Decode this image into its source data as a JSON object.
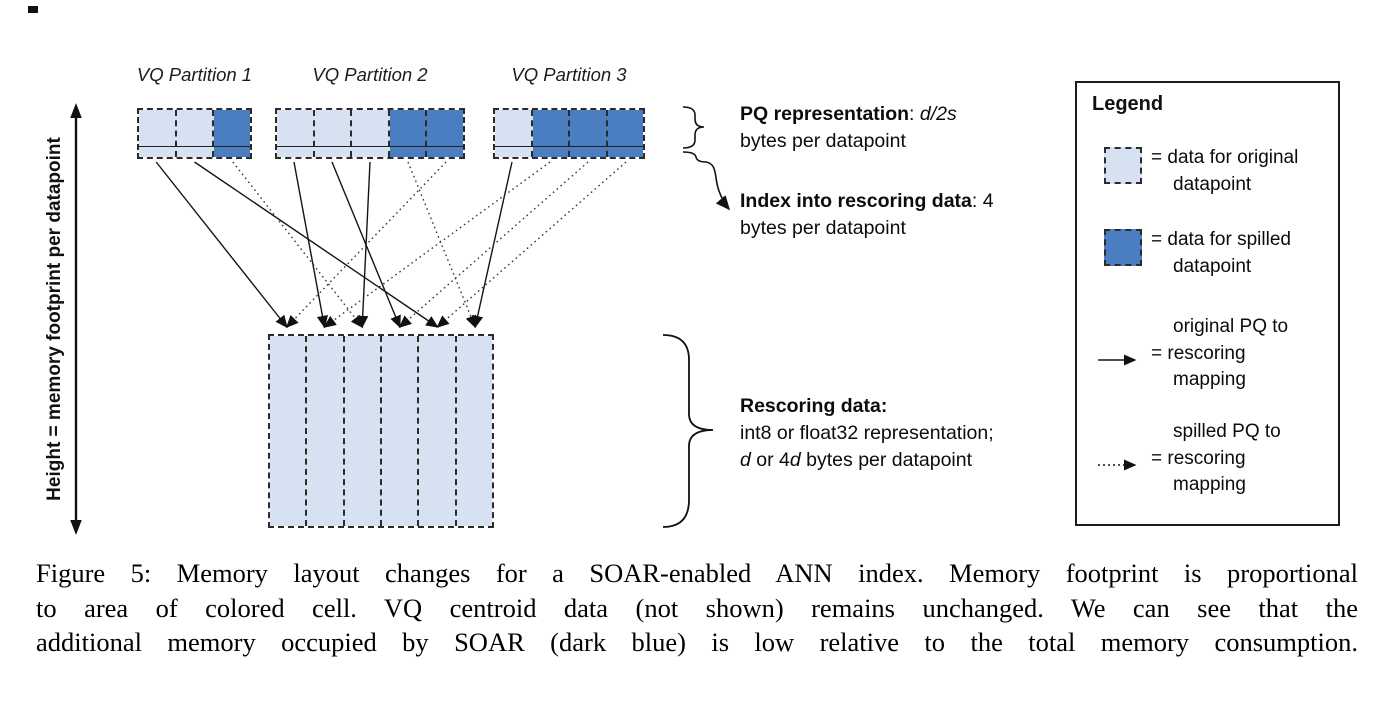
{
  "colors": {
    "original": "#d6e2f1",
    "spilled": "#4a7ec0"
  },
  "axis_label": "Height = memory footprint per datapoint",
  "partitions": [
    {
      "label": "VQ Partition 1",
      "cells": [
        "original",
        "original",
        "spilled"
      ]
    },
    {
      "label": "VQ Partition 2",
      "cells": [
        "original",
        "original",
        "original",
        "spilled",
        "spilled"
      ]
    },
    {
      "label": "VQ Partition 3",
      "cells": [
        "original",
        "spilled",
        "spilled",
        "spilled"
      ]
    }
  ],
  "rescoring_columns": 6,
  "mappings": {
    "original": [
      {
        "from": [
          0,
          0
        ],
        "to": 0
      },
      {
        "from": [
          0,
          1
        ],
        "to": 4
      },
      {
        "from": [
          1,
          0
        ],
        "to": 1
      },
      {
        "from": [
          1,
          1
        ],
        "to": 3
      },
      {
        "from": [
          1,
          2
        ],
        "to": 2
      },
      {
        "from": [
          2,
          0
        ],
        "to": 5
      }
    ],
    "spilled": [
      {
        "from": [
          0,
          2
        ],
        "to": 2
      },
      {
        "from": [
          1,
          3
        ],
        "to": 5
      },
      {
        "from": [
          1,
          4
        ],
        "to": 0
      },
      {
        "from": [
          2,
          1
        ],
        "to": 1
      },
      {
        "from": [
          2,
          2
        ],
        "to": 3
      },
      {
        "from": [
          2,
          3
        ],
        "to": 4
      }
    ]
  },
  "annotations": {
    "pq": {
      "bold": "PQ representation",
      "sep": ": ",
      "italic": "d/2s",
      "line2": "bytes per datapoint"
    },
    "index": {
      "bold": "Index into rescoring data",
      "rest": ": 4",
      "line2": "bytes per datapoint"
    },
    "rescoring": {
      "bold": "Rescoring data:",
      "line2": "int8 or float32 representation;",
      "l3_i1": "d",
      "l3_t1": " or 4",
      "l3_i2": "d",
      "l3_t2": " bytes per datapoint"
    }
  },
  "legend": {
    "title": "Legend",
    "entries": [
      {
        "symbol": "original-swatch",
        "lines": [
          "= data for original",
          "datapoint"
        ]
      },
      {
        "symbol": "spilled-swatch",
        "lines": [
          "= data for spilled",
          "datapoint"
        ]
      },
      {
        "symbol": "solid-arrow-icon",
        "lines": [
          "original PQ to",
          "= rescoring",
          "mapping"
        ]
      },
      {
        "symbol": "dotted-arrow-icon",
        "lines": [
          "spilled PQ to",
          "= rescoring",
          "mapping"
        ]
      }
    ]
  },
  "caption": {
    "lines": [
      "Figure 5: Memory layout changes for a SOAR-enabled ANN index. Memory footprint is proportional",
      "to area of colored cell.  VQ centroid data (not shown) remains unchanged.  We can see that the",
      "additional memory occupied by SOAR (dark blue) is low relative to the total memory consumption."
    ]
  }
}
